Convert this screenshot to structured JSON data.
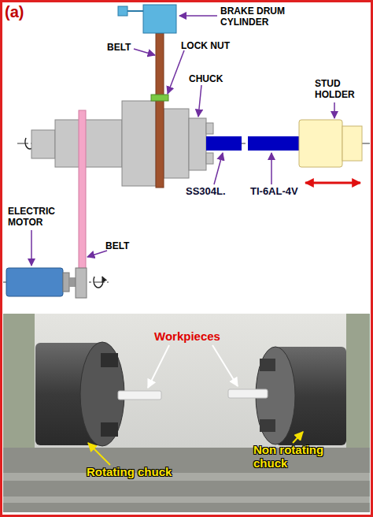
{
  "diagram": {
    "labels": [
      "(a)",
      "BRAKE DRUM CYLINDER",
      "BELT",
      "LOCK NUT",
      "CHUCK",
      "STUD HOLDER",
      "SS304L.",
      "TI-6AL-4V",
      "ELECTRIC MOTOR",
      "BELT",
      "Workpieces",
      "Rotating chuck",
      "Non rotating chuck"
    ]
  }
}
